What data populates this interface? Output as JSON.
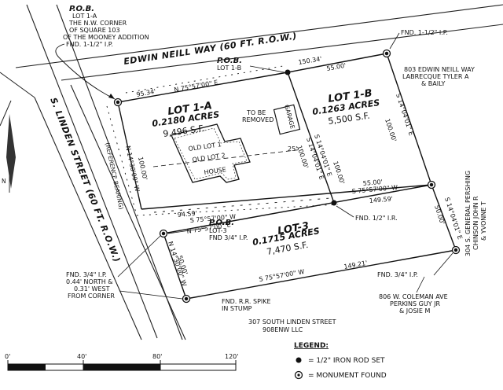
{
  "streets": {
    "edwin_neill_way": "EDWIN NEILL WAY (60 FT. R.O.W.)",
    "linden_street": "S. LINDEN STREET (60 FT. R.O.W.)"
  },
  "pob_main": {
    "title": "P.O.B.",
    "lines": [
      "LOT 1-A",
      "THE N.W. CORNER",
      "OF SQUARE 103",
      "OF THE MOONEY ADDITION",
      "FND. 1-1/2\" I.P."
    ]
  },
  "pob_lot1b": {
    "title": "P.O.B.",
    "sub": "LOT 1-B"
  },
  "pob_lot3": {
    "title": "P.O.B.",
    "lines": [
      "LOT-3",
      "FND 3/4\" I.P."
    ]
  },
  "lots": {
    "lot1a": {
      "name": "LOT 1-A",
      "acres": "0.2180 ACRES",
      "sf": "9,496 S.F."
    },
    "lot1b": {
      "name": "LOT 1-B",
      "acres": "0.1263 ACRES",
      "sf": "5,500 S.F."
    },
    "lot3": {
      "name": "LOT-3",
      "acres": "0.1715 ACRES",
      "sf": "7,470 S.F."
    }
  },
  "buildings": {
    "old_lot_1": "OLD LOT 1",
    "old_lot_2": "OLD LOT 2",
    "house": "HOUSE",
    "garage": "GARAGE",
    "to_be_removed": [
      "TO BE",
      "REMOVED"
    ],
    "setback": "25'"
  },
  "bearings": {
    "n_top_1a": "N 75°57'00\" E",
    "d_top_1a": "95.34'",
    "d_total_top": "150.34'",
    "d_top_1b": "55.00'",
    "w_1a_bearing": "N 14°30'00\" W",
    "w_1a_dist": "100.00'",
    "ref_bearing": "(REFERENCE BEARING)",
    "mid_1a_bearing": "S 14°04'01\" E",
    "mid_1a_dist": "100.00'",
    "mid_1b_bearing": "S 14°04'01\" E",
    "mid_1b_dist": "100.00'",
    "e_1b_bearing": "S 14°04'01\" E",
    "e_1b_dist": "100.00'",
    "s_1b_dist": "55.00'",
    "s_1b_bearing": "S 75°57'00\" W",
    "d_14959": "149.59'",
    "d_9459": "94.59'",
    "s_1a_bearing": "S 75°57'00\" W",
    "n_lot3_top": "N 75°57'00\" E",
    "e_lot3_bearing": "S 14°04'01\" E",
    "e_lot3_dist": "50.00'",
    "w_lot3_bearing": "N 14°30'00\" W",
    "w_lot3_dist": "50.00'",
    "s_lot3_bearing": "S 75°57'00\" W",
    "s_lot3_dist": "149.21'"
  },
  "callouts": {
    "fnd_ip_ne": "FND. 1-1/2\" I.P.",
    "owner_ne": [
      "803 EDWIN NEILL WAY",
      "LABRECQUE TYLER A",
      "& BAILY"
    ],
    "fnd_ir": "FND. 1/2\" I.R.",
    "fnd_34_se": "FND. 3/4\" I.P.",
    "owner_e": [
      "304 S. GENERAL PERSHING",
      "CHINSON JOHN R",
      "& YVONNE T"
    ],
    "fnd_34_sw": [
      "FND. 3/4\" I.P.",
      "0.44' NORTH &",
      "0.31' WEST",
      "FROM CORNER"
    ],
    "rr_spike": [
      "FND. R.R. SPIKE",
      "IN STUMP"
    ],
    "owner_s": [
      "806 W. COLEMAN AVE",
      "PERKINS GUY JR",
      "& JOSIE M"
    ],
    "address": [
      "307 SOUTH LINDEN STREET",
      "908ENW LLC"
    ]
  },
  "scale": {
    "labels": [
      "0'",
      "40'",
      "80'",
      "120'"
    ]
  },
  "legend": {
    "title": "LEGEND:",
    "items": [
      "= 1/2\" IRON ROD SET",
      "= MONUMENT FOUND"
    ]
  }
}
